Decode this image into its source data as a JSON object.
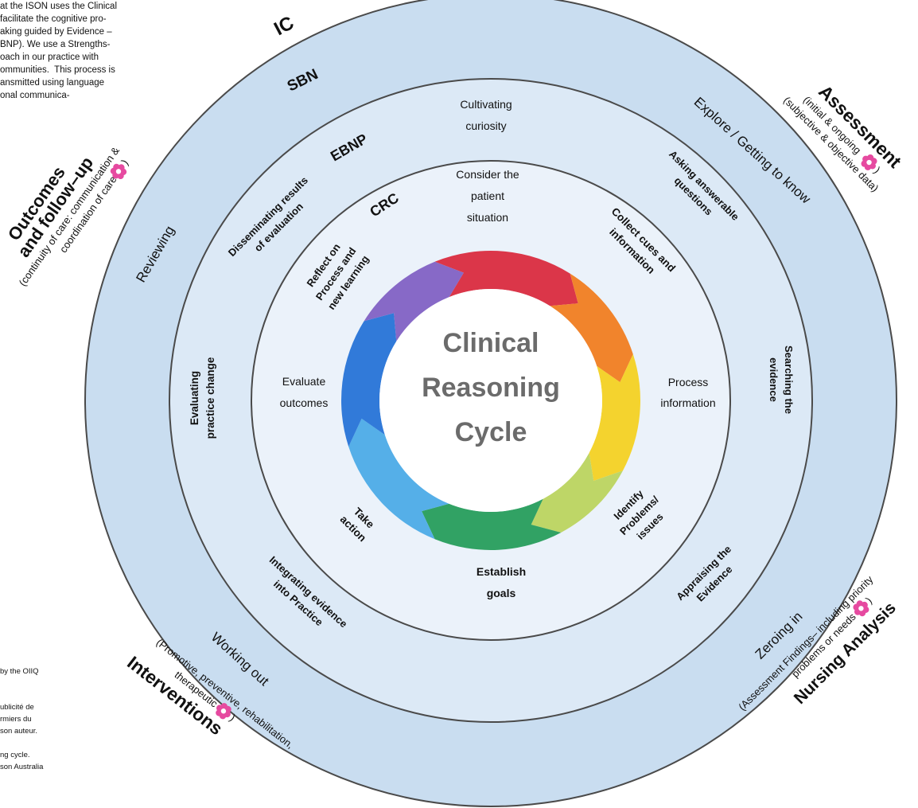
{
  "intro_text": "at the ISON uses the Clinical\nfacilitate the cognitive pro-\naking guided by Evidence –\nBNP). We use a Strengths-\noach in our practice with\nommunities.  This process is\nansmitted using language\nonal communica-",
  "footnote_text": "by the OIIQ\n\n\nublicité de\nrmiers du\nson auteur.\n\nng cycle.\nson Australia",
  "colors": {
    "outer_ring": "#c9ddf0",
    "middle_ring": "#dce9f6",
    "inner_ring": "#ebf2fa",
    "core": "#f4f8fc",
    "ring_border": "#4a4a4a",
    "flower": "#e64aa0"
  },
  "rings": {
    "ic": "IC",
    "sbn": "SBN",
    "ebnp": "EBNP",
    "crc": "CRC"
  },
  "center": {
    "line1": "Clinical",
    "line2": "Reasoning",
    "line3": "Cycle"
  },
  "crc_steps": {
    "consider": [
      "Consider the",
      "patient",
      "situation"
    ],
    "collect": [
      "Collect cues and",
      "information"
    ],
    "process": [
      "Process",
      "information"
    ],
    "identify": [
      "Identify",
      "Problems/",
      "issues"
    ],
    "establish": [
      "Establish",
      "goals"
    ],
    "take_action": [
      "Take",
      "action"
    ],
    "evaluate": [
      "Evaluate",
      "outcomes"
    ],
    "reflect": [
      "Reflect on",
      "Process and",
      "new learning"
    ]
  },
  "ebnp_steps": {
    "cultivating": [
      "Cultivating",
      "curiosity"
    ],
    "asking": [
      "Asking answerable",
      "questions"
    ],
    "searching": [
      "Searching the",
      "evidence"
    ],
    "appraising": [
      "Appraising the",
      "Evidence"
    ],
    "integrating": [
      "Integrating evidence",
      "into Practice"
    ],
    "evaluating": [
      "Evaluating",
      "practice change"
    ],
    "disseminating": [
      "Disseminating results",
      "of evaluation"
    ]
  },
  "sbn_steps": {
    "explore": "Explore / Getting to know",
    "zeroing": "Zeroing in",
    "working": "Working out",
    "reviewing": "Reviewing"
  },
  "outer_labels": {
    "assessment": {
      "title": "Assessment",
      "sub1": "(initial & ongoing",
      "sub2": "(subjective & objective data)",
      "close": ")"
    },
    "nursing_analysis": {
      "title": "Nursing Analysis",
      "sub1": "(Assessment Findings– including priority",
      "sub2": "problems or needs",
      "close": ")"
    },
    "interventions": {
      "title": "Interventions",
      "sub1": "(Promotive, preventive, rehabilitation,",
      "sub2": "therapeutic",
      "close": ")"
    },
    "outcomes": {
      "title1": "Outcomes",
      "title2": "and follow–up",
      "sub1": "(continuity of care: communication &",
      "sub2": "coordination of care",
      "close": ")"
    }
  }
}
